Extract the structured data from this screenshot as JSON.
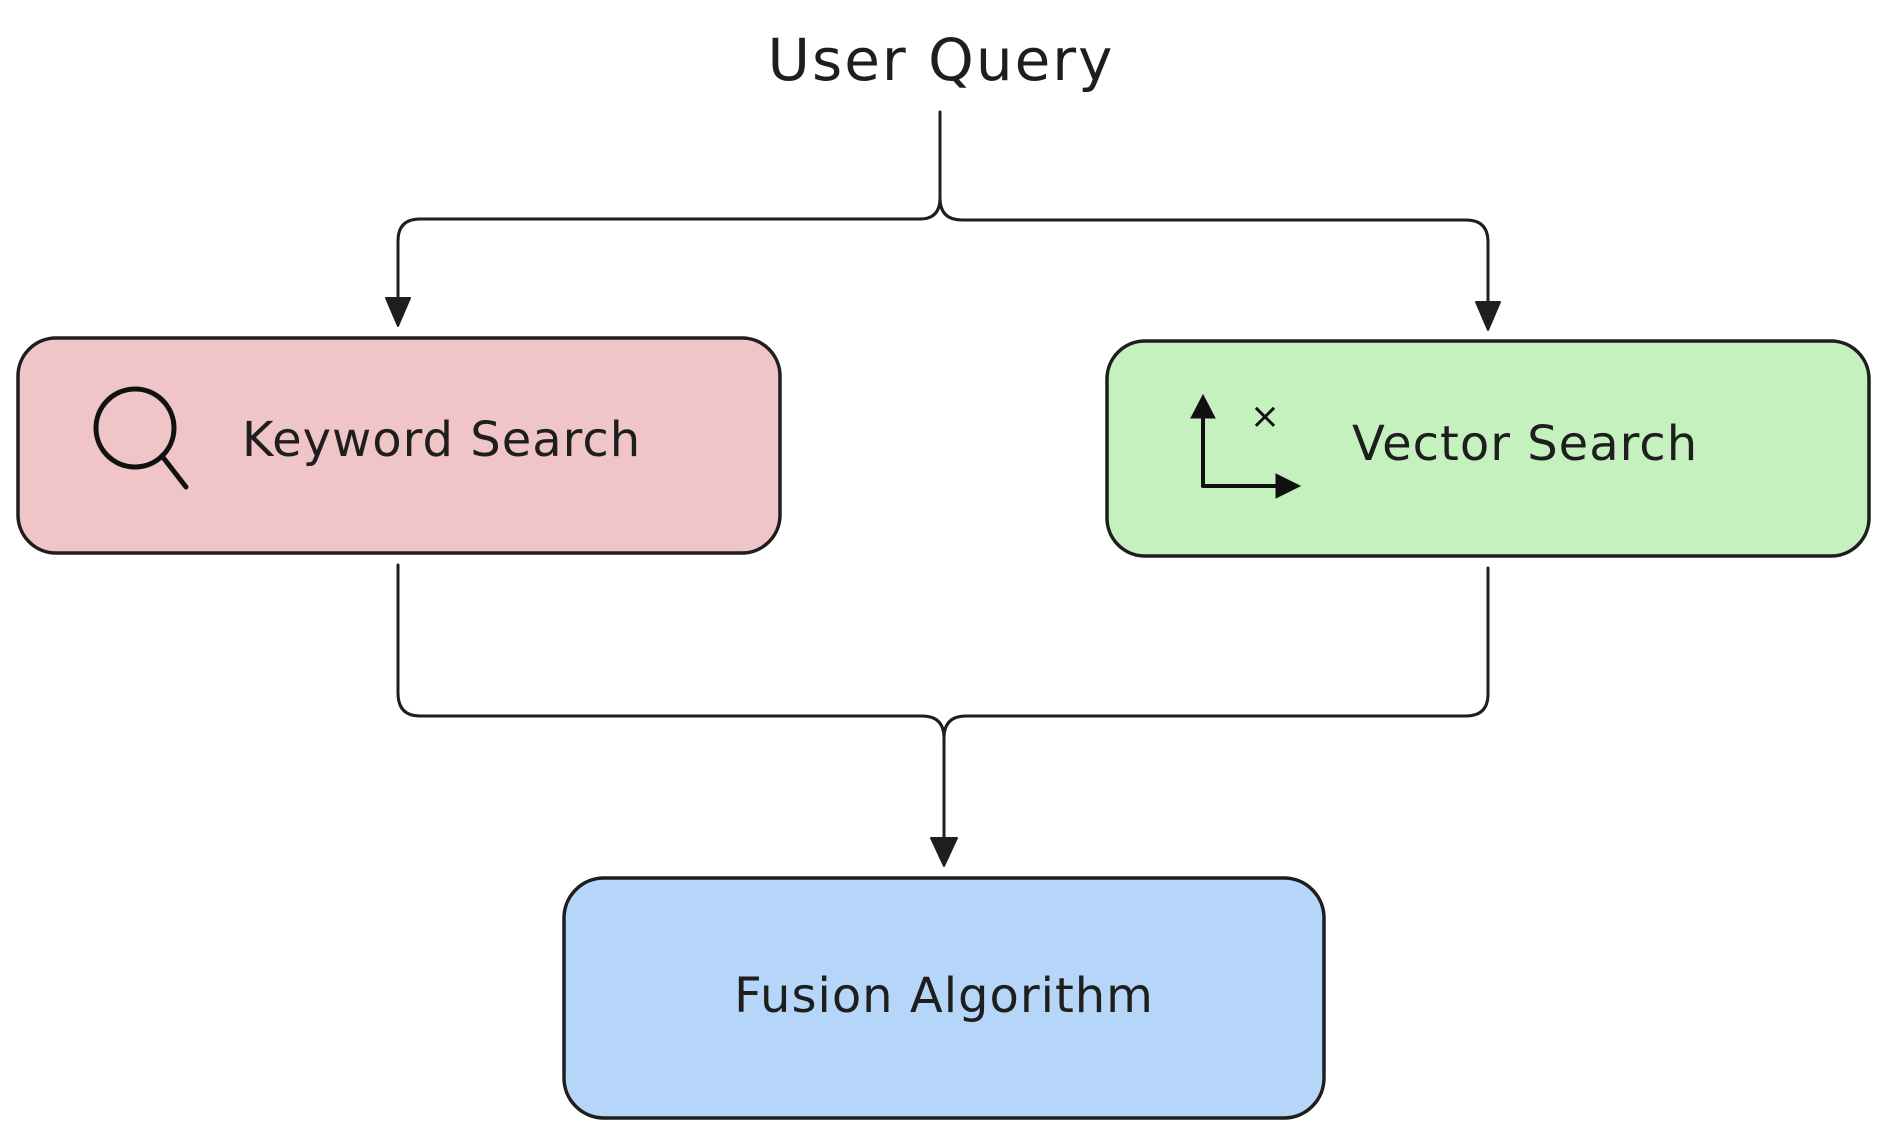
{
  "diagram": {
    "title": "User Query",
    "nodes": {
      "keyword": {
        "label": "Keyword Search",
        "icon": "magnifier-search-icon",
        "fill": "#f0c5c7"
      },
      "vector": {
        "label": "Vector Search",
        "icon": "vector-axes-icon",
        "icon_mark": "×",
        "fill": "#c5f1bf"
      },
      "fusion": {
        "label": "Fusion Algorithm",
        "fill": "#b5d6f8"
      }
    },
    "edges": [
      {
        "from": "User Query",
        "to": "Keyword Search"
      },
      {
        "from": "User Query",
        "to": "Vector Search"
      },
      {
        "from": "Keyword Search",
        "to": "Fusion Algorithm"
      },
      {
        "from": "Vector Search",
        "to": "Fusion Algorithm"
      }
    ],
    "stroke_color": "#1e1e1e"
  }
}
